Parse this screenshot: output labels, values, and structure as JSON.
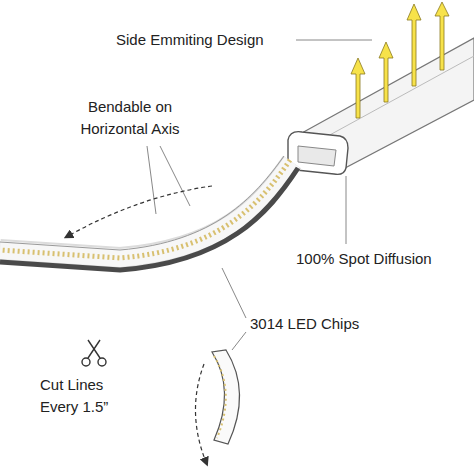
{
  "diagram": {
    "labels": [
      "Side Emmiting Design",
      "Bendable on Horizontal Axis",
      "100% Spot Diffusion",
      "3014 LED Chips",
      "Cut Lines Every 1.5”"
    ]
  }
}
